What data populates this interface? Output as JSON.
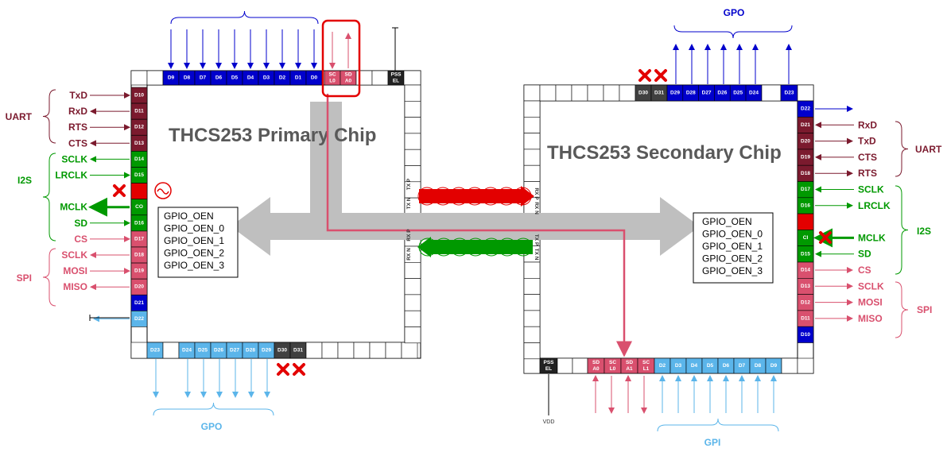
{
  "primary_chip": {
    "title": "THCS253 Primary Chip",
    "gpio_list": [
      "GPIO_OEN",
      "GPIO_OEN_0",
      "GPIO_OEN_1",
      "GPIO_OEN_2",
      "GPIO_OEN_3"
    ],
    "top_pins": [
      "D9",
      "D8",
      "D7",
      "D6",
      "D5",
      "D4",
      "D3",
      "D2",
      "D1",
      "D0"
    ],
    "top_special_pins": [
      "SC L0",
      "SD A0"
    ],
    "top_right_pin": "PSS EL",
    "bottom_pins": [
      "D23",
      "D24",
      "D25",
      "D26",
      "D27",
      "D28",
      "D29",
      "D30",
      "D31"
    ],
    "left_pins": [
      "D10",
      "D11",
      "D12",
      "D13",
      "D14",
      "D15",
      "",
      "CO",
      "D16",
      "D17",
      "D18",
      "D19",
      "D20",
      "D21",
      "D22"
    ],
    "left_labels": [
      "TxD",
      "RxD",
      "RTS",
      "CTS",
      "SCLK",
      "LRCLK",
      "",
      "MCLK",
      "SD",
      "CS",
      "SCLK",
      "MOSI",
      "MISO",
      "",
      ""
    ],
    "groups": {
      "uart": "UART",
      "i2s": "I2S",
      "spi": "SPI",
      "gpo": "GPO"
    },
    "tx_rx": [
      "TX P",
      "TX N",
      "RX P",
      "RX N"
    ]
  },
  "secondary_chip": {
    "title": "THCS253 Secondary Chip",
    "gpio_list": [
      "GPIO_OEN",
      "GPIO_OEN_0",
      "GPIO_OEN_1",
      "GPIO_OEN_2",
      "GPIO_OEN_3"
    ],
    "top_pins": [
      "D30",
      "D31",
      "D29",
      "D28",
      "D27",
      "D26",
      "D25",
      "D24",
      "D23"
    ],
    "bottom_pins": [
      "PSS EL",
      "SD A0",
      "SC L0",
      "SD A1",
      "SC L1",
      "D2",
      "D3",
      "D4",
      "D5",
      "D6",
      "D7",
      "D8",
      "D9"
    ],
    "right_pins": [
      "D22",
      "D21",
      "D20",
      "D19",
      "D18",
      "D17",
      "D16",
      "",
      "CI",
      "D15",
      "D14",
      "D13",
      "D12",
      "D11",
      "D10"
    ],
    "right_labels": [
      "",
      "RxD",
      "TxD",
      "CTS",
      "RTS",
      "SCLK",
      "LRCLK",
      "",
      "MCLK",
      "SD",
      "CS",
      "SCLK",
      "MOSI",
      "MISO",
      ""
    ],
    "groups": {
      "uart": "UART",
      "i2s": "I2S",
      "spi": "SPI",
      "gpo": "GPO",
      "gpi": "GPI"
    },
    "vdd": "VDD",
    "rx_tx": [
      "RX P",
      "RX N",
      "TX P",
      "TX N"
    ]
  },
  "colors": {
    "blue": "#0000cc",
    "light_blue": "#5bb5ea",
    "maroon": "#7b1a2e",
    "pink": "#d9506e",
    "green": "#009900",
    "red": "#e30000",
    "gray": "#404040"
  }
}
